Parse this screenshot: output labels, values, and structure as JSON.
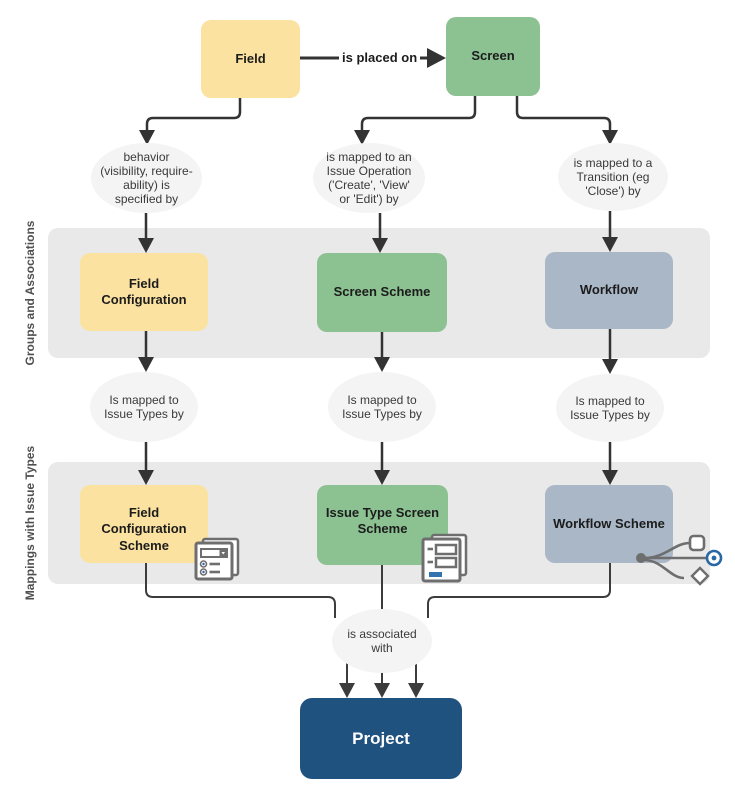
{
  "colors": {
    "yellow": "#FBE2A0",
    "green": "#8CC291",
    "blue_gray": "#A9B7C7",
    "band_bg": "#E9E9E9",
    "ellipse_bg": "#F4F4F4",
    "project_blue": "#1F527F",
    "line": "#333333",
    "icon_gray": "#6E6E6E",
    "icon_blue": "#2A67A5"
  },
  "nodes": {
    "field": "Field",
    "screen": "Screen",
    "field_configuration": "Field Configuration",
    "screen_scheme": "Screen Scheme",
    "workflow": "Workflow",
    "field_configuration_scheme": "Field Configuration Scheme",
    "issue_type_screen_scheme": "Issue Type Screen Scheme",
    "workflow_scheme": "Workflow Scheme",
    "project": "Project"
  },
  "edge_labels": {
    "is_placed_on": "is placed on",
    "behavior": [
      "behavior",
      "(visibility, require-",
      "ability) is",
      "specified by"
    ],
    "issue_operation": [
      "is mapped to an",
      "Issue Operation",
      "('Create', 'View'",
      "or 'Edit') by"
    ],
    "transition": [
      "is mapped to a",
      "Transition (eg",
      "'Close') by"
    ],
    "mapped_issue_types": [
      "Is mapped to",
      "Issue Types by"
    ],
    "associated": [
      "is associated",
      "with"
    ]
  },
  "bands": {
    "groups": "Groups and Associations",
    "mappings": "Mappings with Issue Types"
  },
  "icons": {
    "field_configuration_scheme": "form-fields-icon",
    "issue_type_screen_scheme": "screens-stack-icon",
    "workflow_scheme": "workflow-branch-icon"
  }
}
